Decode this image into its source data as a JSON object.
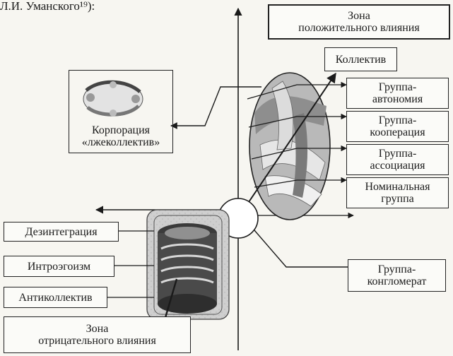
{
  "header_fragment": "Л.И. Уманского¹⁹):",
  "zones": {
    "positive": [
      "Зона",
      "положительного влияния"
    ],
    "negative": [
      "Зона",
      "отрицательного влияния"
    ]
  },
  "groups_right": {
    "collective": "Коллектив",
    "autonomy": [
      "Группа-",
      "автономия"
    ],
    "cooperation": [
      "Группа-",
      "кооперация"
    ],
    "association": [
      "Группа-",
      "ассоциация"
    ],
    "nominal": [
      "Номинальная",
      "группа"
    ],
    "conglomerate": [
      "Группа-",
      "конгломерат"
    ]
  },
  "corporation": [
    "Корпорация",
    "«лжеколлектив»"
  ],
  "groups_left": {
    "disintegration": "Дезинтеграция",
    "introegoism": "Интроэгоизм",
    "anticollective": "Антиколлектив"
  }
}
